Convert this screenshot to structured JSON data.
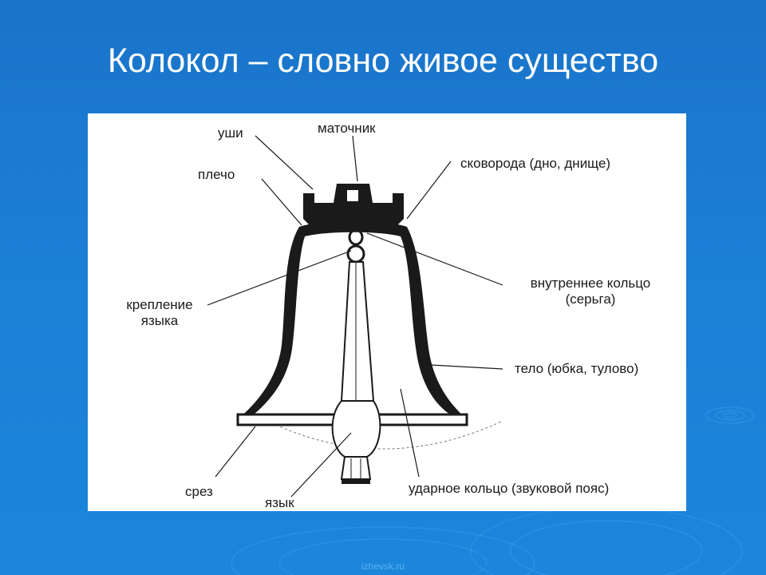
{
  "slide": {
    "title": "Колокол – словно живое существо",
    "footer": "izhevsk.ru"
  },
  "diagram": {
    "labels": {
      "ears": "уши",
      "crown": "маточник",
      "shoulder": "плечо",
      "head": "сковорода (дно, днище)",
      "clapper_mount_line1": "крепление",
      "clapper_mount_line2": "языка",
      "inner_ring_line1": "внутреннее кольцо",
      "inner_ring_line2": "(серьга)",
      "body": "тело (юбка, тулово)",
      "lip": "срез",
      "clapper": "язык",
      "sound_bow": "ударное кольцо (звуковой пояс)"
    }
  },
  "colors": {
    "background": "#1b7fd5",
    "panel": "#ffffff",
    "ink": "#1a1a1a"
  }
}
